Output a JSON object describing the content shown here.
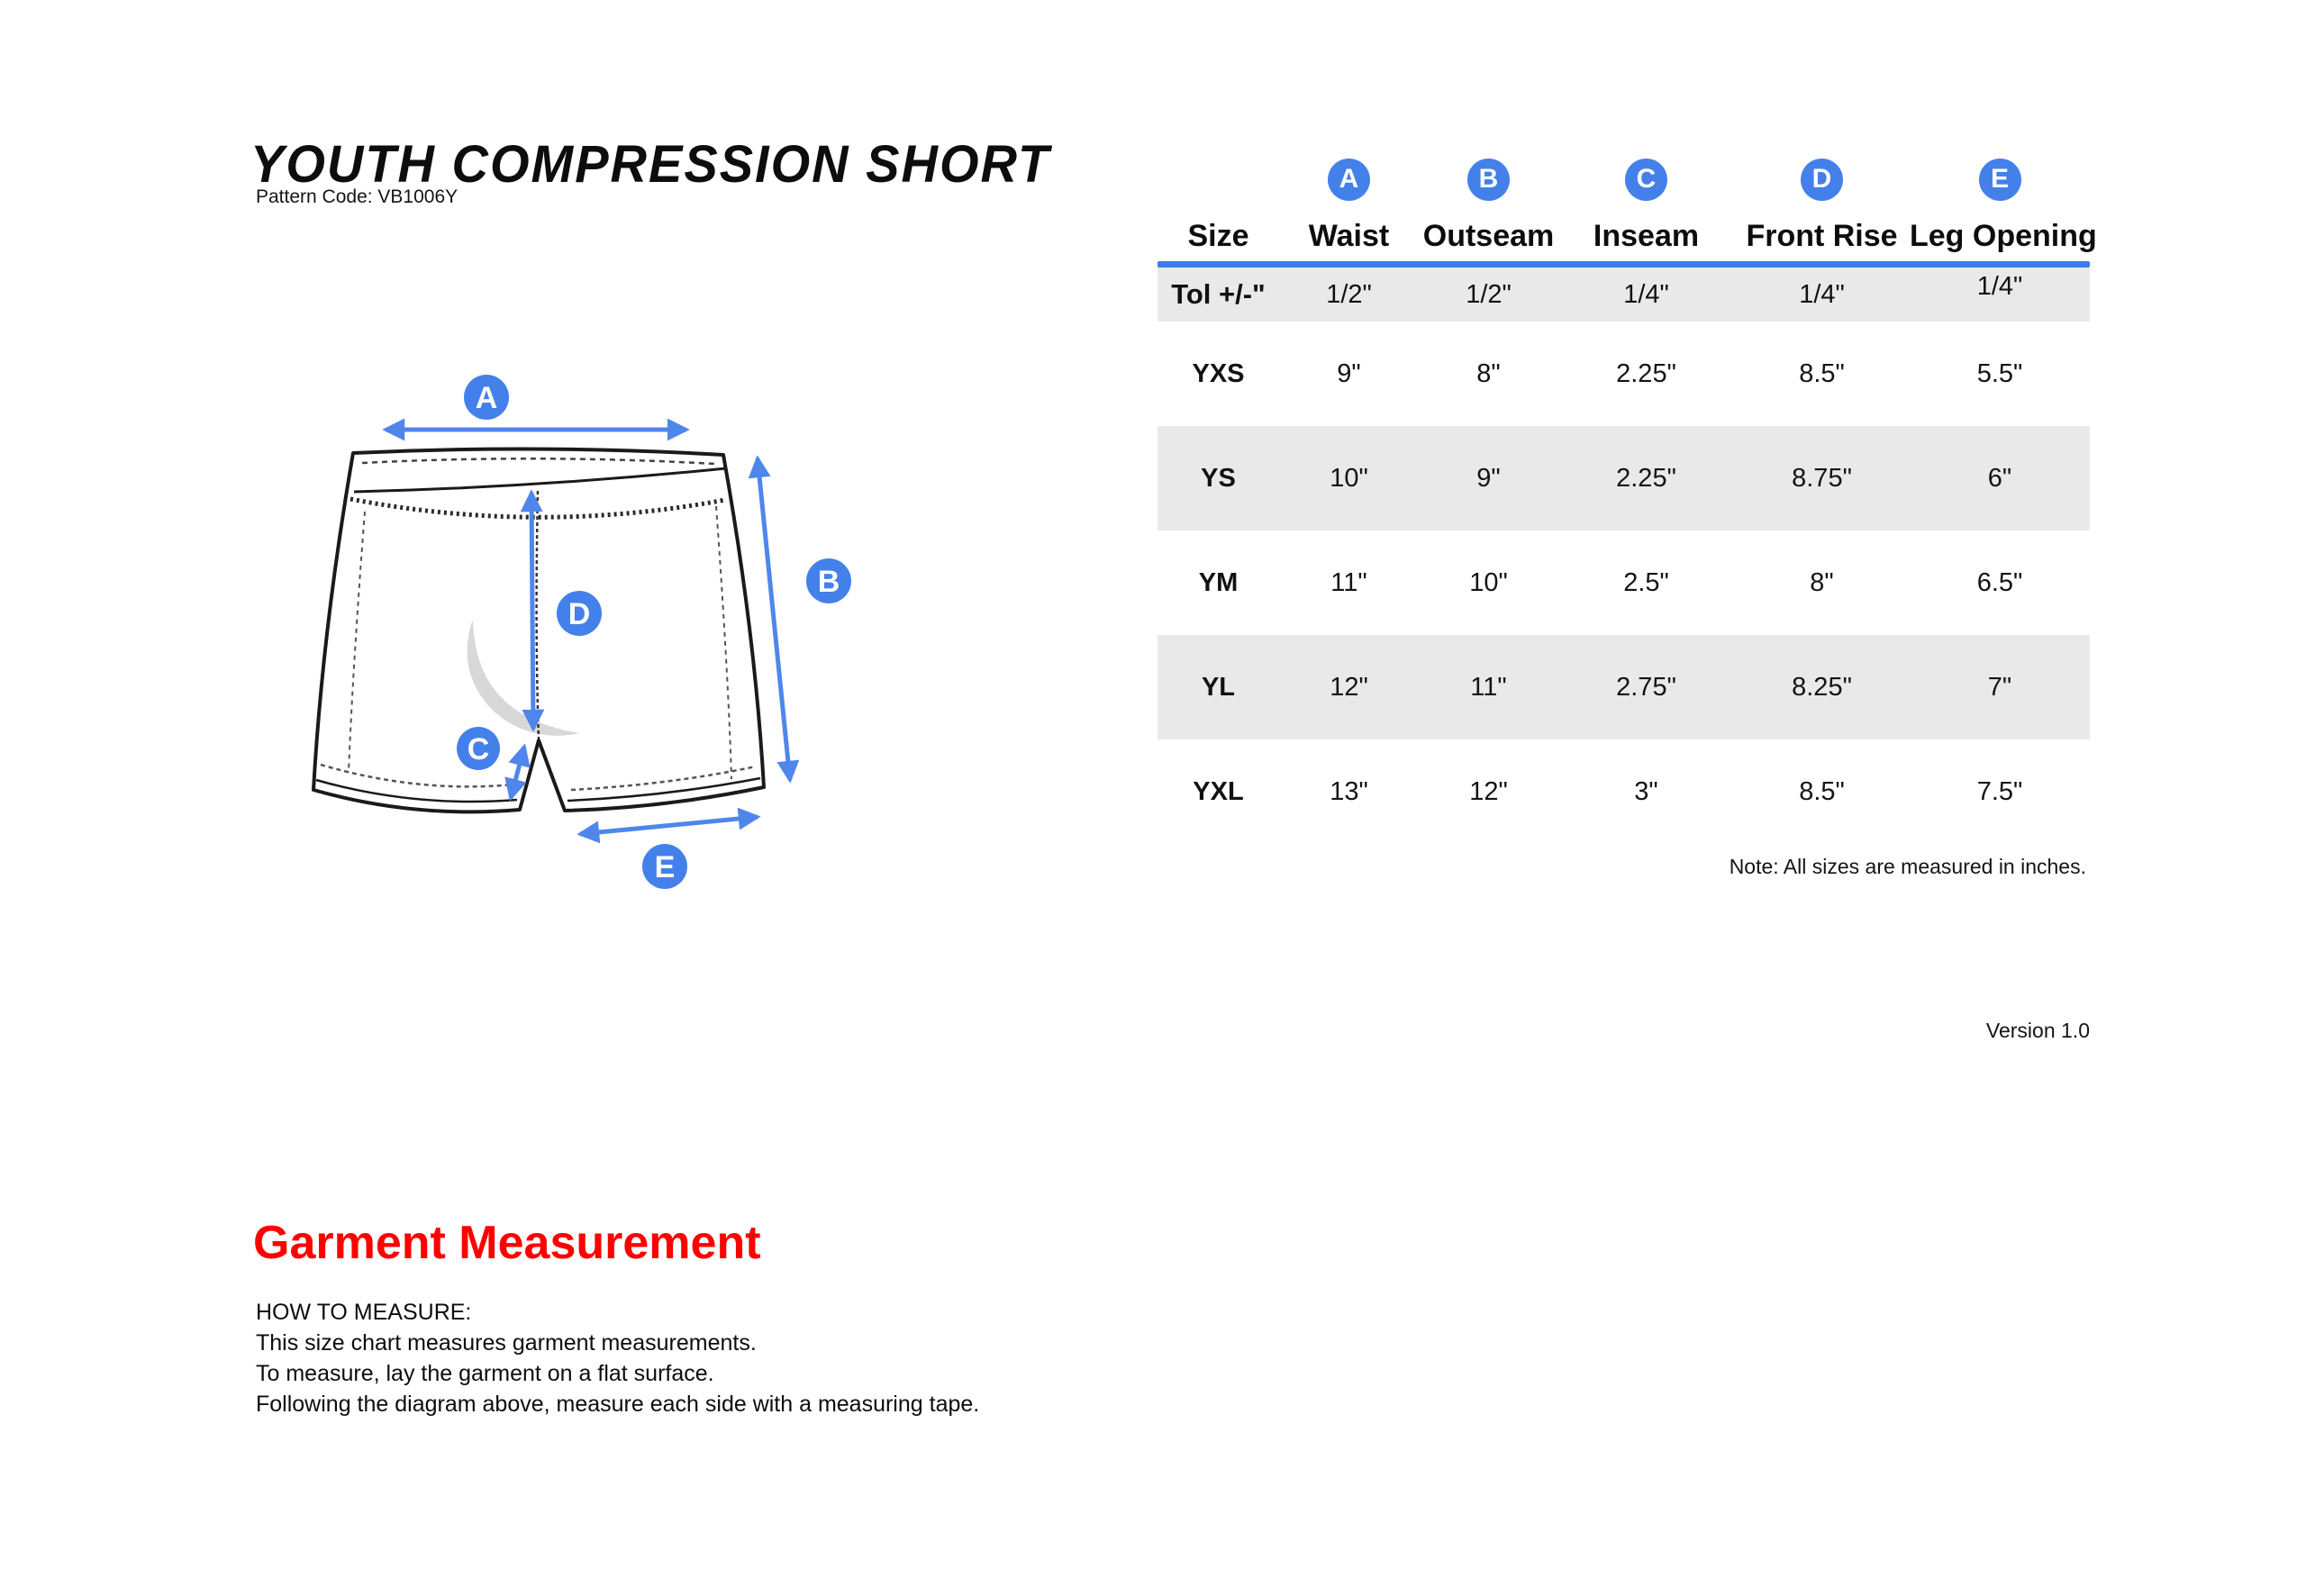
{
  "header": {
    "title": "YOUTH COMPRESSION SHORT",
    "pattern_code": "Pattern Code: VB1006Y"
  },
  "diagram": {
    "badges": [
      "A",
      "B",
      "C",
      "D",
      "E"
    ]
  },
  "table": {
    "size_header": "Size",
    "columns": [
      {
        "badge": "A",
        "label": "Waist"
      },
      {
        "badge": "B",
        "label": "Outseam"
      },
      {
        "badge": "C",
        "label": "Inseam"
      },
      {
        "badge": "D",
        "label": "Front Rise"
      },
      {
        "badge": "E",
        "label": "Leg Opening"
      }
    ],
    "tolerance": {
      "label": "Tol +/-\"",
      "values": [
        "1/2\"",
        "1/2\"",
        "1/4\"",
        "1/4\"",
        "1/4\""
      ]
    },
    "rows": [
      {
        "size": "YXS",
        "values": [
          "9\"",
          "8\"",
          "2.25\"",
          "8.5\"",
          "5.5\""
        ]
      },
      {
        "size": "YS",
        "values": [
          "10\"",
          "9\"",
          "2.25\"",
          "8.75\"",
          "6\""
        ]
      },
      {
        "size": "YM",
        "values": [
          "11\"",
          "10\"",
          "2.5\"",
          "8\"",
          "6.5\""
        ]
      },
      {
        "size": "YL",
        "values": [
          "12\"",
          "11\"",
          "2.75\"",
          "8.25\"",
          "7\""
        ]
      },
      {
        "size": "YXL",
        "values": [
          "13\"",
          "12\"",
          "3\"",
          "8.5\"",
          "7.5\""
        ]
      }
    ],
    "note": "Note: All sizes are measured in inches."
  },
  "version": "Version 1.0",
  "measure_section": {
    "heading": "Garment Measurement",
    "subheading": "HOW TO MEASURE:",
    "instructions": [
      "This size chart measures garment measurements.",
      "To measure, lay the garment on a flat surface.",
      "Following the diagram above, measure each side with a measuring tape."
    ]
  },
  "colors": {
    "accent_blue": "#3d7be8",
    "badge_blue": "#4480ea",
    "arrow_blue": "#4f86ec",
    "row_gray": "#e9e9e9",
    "heading_red": "#ff0000"
  }
}
